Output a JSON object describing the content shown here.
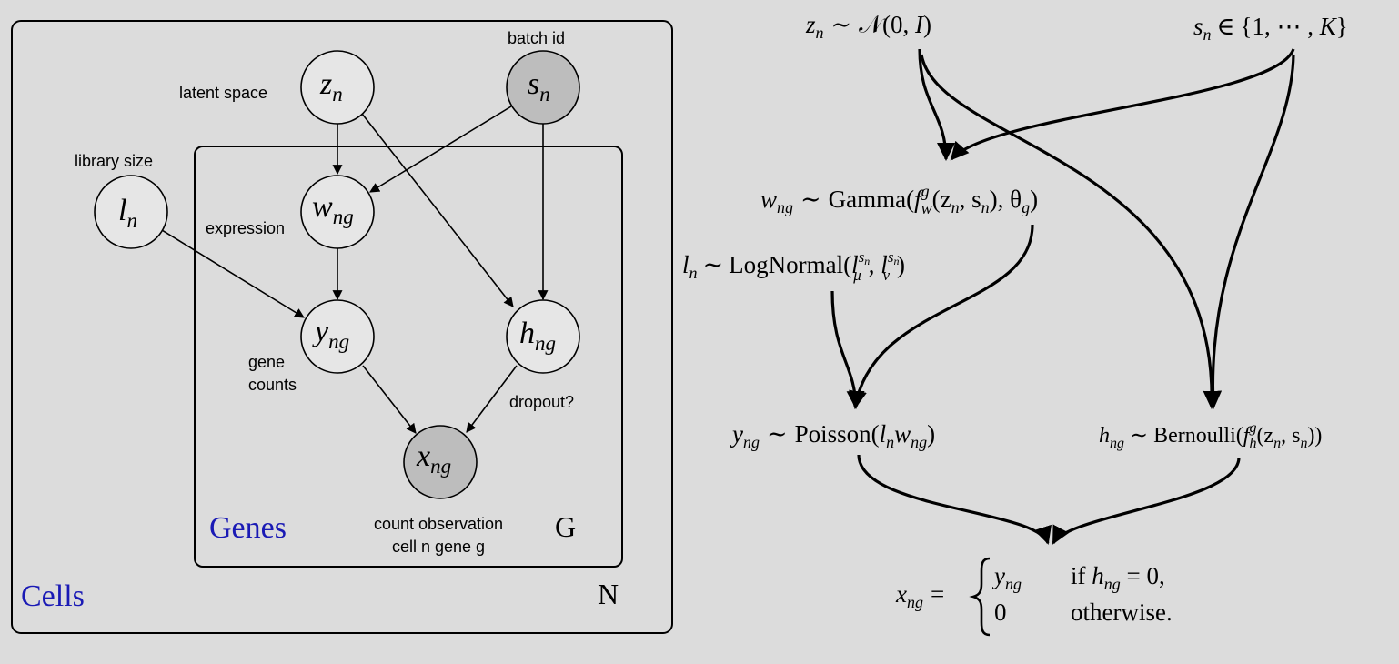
{
  "left_diagram": {
    "plate_outer_label": "Cells",
    "plate_outer_index": "N",
    "plate_inner_label": "Genes",
    "plate_inner_index": "G",
    "label_color": "#1a1ab5",
    "observed_fill": "#bdbdbd",
    "nodes": {
      "z": {
        "sym": "z",
        "sub": "n"
      },
      "s": {
        "sym": "s",
        "sub": "n"
      },
      "l": {
        "sym": "l",
        "sub": "n"
      },
      "w": {
        "sym": "w",
        "sub": "ng"
      },
      "y": {
        "sym": "y",
        "sub": "ng"
      },
      "h": {
        "sym": "h",
        "sub": "ng"
      },
      "x": {
        "sym": "x",
        "sub": "ng"
      }
    },
    "annotations": {
      "batch_id": "batch id",
      "latent_space": "latent space",
      "library_size": "library size",
      "expression": "expression",
      "gene_counts_1": "gene",
      "gene_counts_2": "counts",
      "dropout": "dropout?",
      "count_obs_1": "count observation",
      "count_obs_2": "cell n gene g"
    }
  },
  "right_diagram": {
    "z_prior": {
      "v": "z",
      "vs": "n",
      "rel": "∼",
      "dist": "𝒩(0, ",
      "I": "I",
      "close": ")"
    },
    "s_def": {
      "v": "s",
      "vs": "n",
      "rel": "∈",
      "set": "{1, ⋯ , ",
      "K": "K",
      "close": "}"
    },
    "w_def": {
      "v": "w",
      "vs": "ng",
      "rel": "∼",
      "dist": "Gamma(",
      "f": "f",
      "fsup": "g",
      "fsub": "w",
      "args": "(z",
      "a1": "n",
      "comma": ", s",
      "a2": "n",
      "mid": "), θ",
      "th": "g",
      "close": ")"
    },
    "l_def": {
      "v": "l",
      "vs": "n",
      "rel": "∼",
      "dist": "LogNormal(",
      "l1": "l",
      "l1sup": "s",
      "l1supsub": "n",
      "l1sub": "μ",
      "comma": ", ",
      "l2": "l",
      "l2sup": "s",
      "l2supsub": "n",
      "l2sub": "ν",
      "close": ")"
    },
    "y_def": {
      "v": "y",
      "vs": "ng",
      "rel": "∼",
      "dist": "Poisson(",
      "a": "l",
      "as": "n",
      "b": "w",
      "bs": "ng",
      "close": ")"
    },
    "h_def": {
      "v": "h",
      "vs": "ng",
      "rel": "∼",
      "dist": "Bernoulli(",
      "f": "f",
      "fsup": "g",
      "fsub": "h",
      "args": "(z",
      "a1": "n",
      "comma": ", s",
      "a2": "n",
      "close": "))"
    },
    "x_def": {
      "v": "x",
      "vs": "ng",
      "rel": "=",
      "case1_val": "y",
      "case1_vs": "ng",
      "case1_cond": "if ",
      "case1_h": "h",
      "case1_hs": "ng",
      "case1_eq": " = 0,",
      "case2_val": "0",
      "case2_cond": "otherwise."
    }
  }
}
